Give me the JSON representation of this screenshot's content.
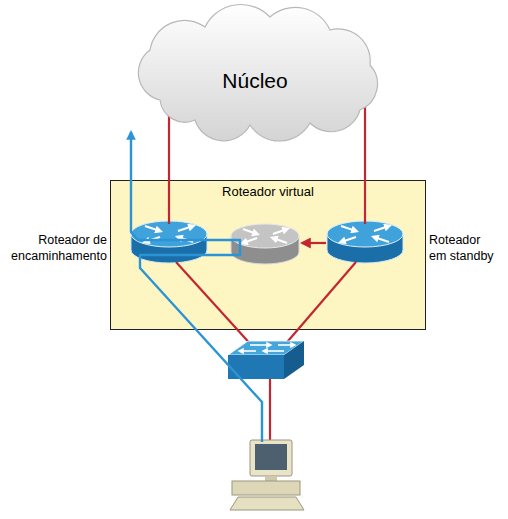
{
  "diagram": {
    "nodes": [
      {
        "text": [
          "Núcleo"
        ]
      },
      {
        "text": [
          "Roteador virtual"
        ]
      },
      {
        "text": [
          "Roteador de encaminhamento"
        ],
        "in": 1
      },
      {
        "text": [
          "Roteador em standby"
        ],
        "in": 1
      }
    ],
    "edges": [
      {
        "from": 0,
        "to": 2,
        "arrow": "none"
      },
      {
        "from": 0,
        "to": 3,
        "arrow": "none"
      }
    ]
  }
}
